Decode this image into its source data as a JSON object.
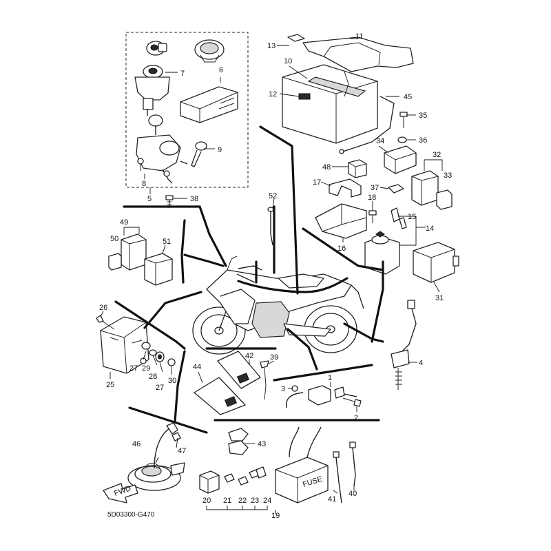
{
  "diagram_code": "5D03300-G470",
  "direction_marker": "FWD",
  "fuse_box_text": "FUSE",
  "callouts": [
    "1",
    "2",
    "3",
    "4",
    "5",
    "6",
    "7",
    "8",
    "9",
    "10",
    "11",
    "12",
    "13",
    "14",
    "15",
    "16",
    "17",
    "18",
    "19",
    "20",
    "21",
    "22",
    "23",
    "24",
    "25",
    "26",
    "27",
    "27",
    "28",
    "29",
    "30",
    "31",
    "32",
    "33",
    "34",
    "35",
    "36",
    "37",
    "38",
    "39",
    "40",
    "41",
    "42",
    "43",
    "44",
    "45",
    "46",
    "47",
    "48",
    "49",
    "50",
    "51",
    "52"
  ]
}
